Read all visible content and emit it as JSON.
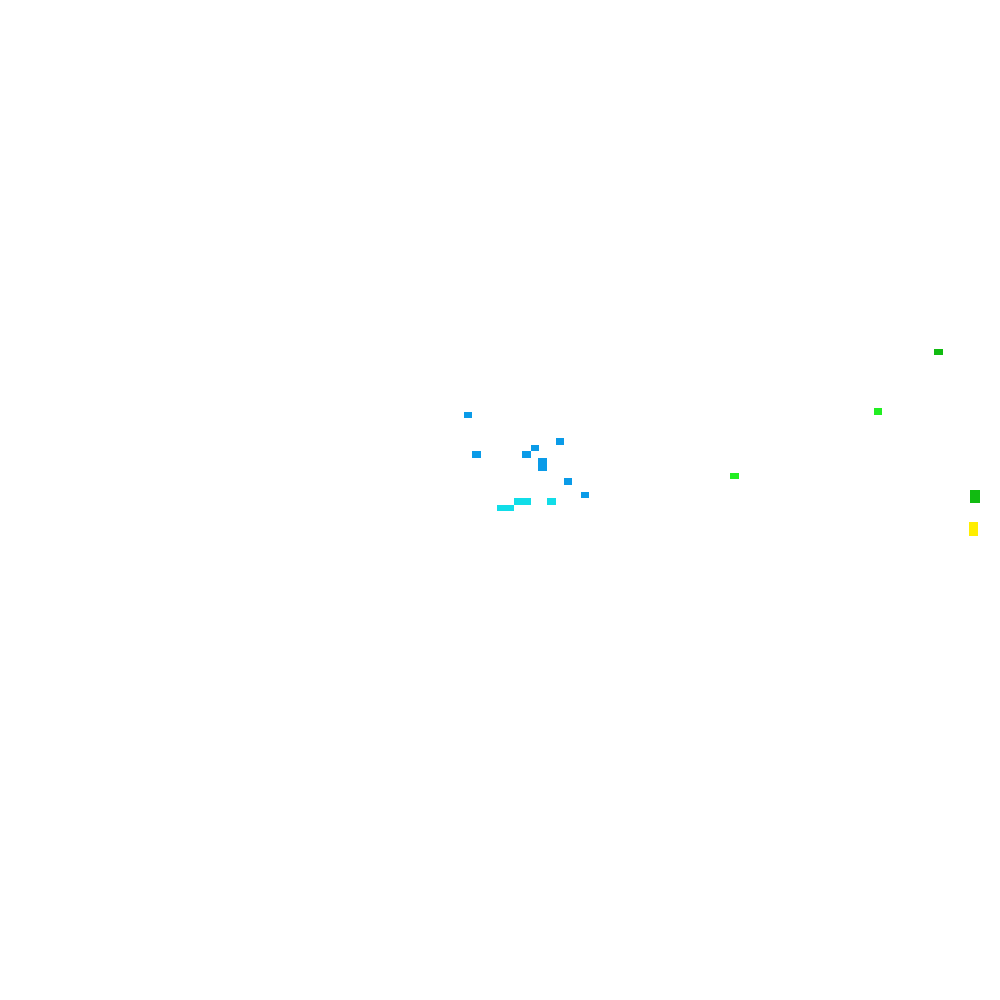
{
  "scene": {
    "background": "#ffffff",
    "palette": {
      "blue": "#0a9be8",
      "cyan": "#11dde8",
      "green-bright": "#22ee22",
      "green-dark": "#11bb11",
      "yellow": "#ffee00"
    },
    "marks": [
      {
        "name": "blue-fleck",
        "color": "blue"
      },
      {
        "name": "blue-fleck",
        "color": "blue"
      },
      {
        "name": "blue-fleck",
        "color": "blue"
      },
      {
        "name": "blue-fleck",
        "color": "blue"
      },
      {
        "name": "blue-fleck",
        "color": "blue"
      },
      {
        "name": "blue-fleck",
        "color": "blue"
      },
      {
        "name": "blue-fleck",
        "color": "blue"
      },
      {
        "name": "blue-fleck",
        "color": "blue"
      },
      {
        "name": "cyan-fleck",
        "color": "cyan"
      },
      {
        "name": "cyan-fleck",
        "color": "cyan"
      },
      {
        "name": "cyan-fleck",
        "color": "cyan"
      },
      {
        "name": "green-fleck",
        "color": "green-bright"
      },
      {
        "name": "green-fleck",
        "color": "green-bright"
      },
      {
        "name": "green-fleck",
        "color": "green-dark"
      },
      {
        "name": "green-fleck",
        "color": "green-dark"
      },
      {
        "name": "yellow-fleck",
        "color": "yellow"
      }
    ]
  }
}
